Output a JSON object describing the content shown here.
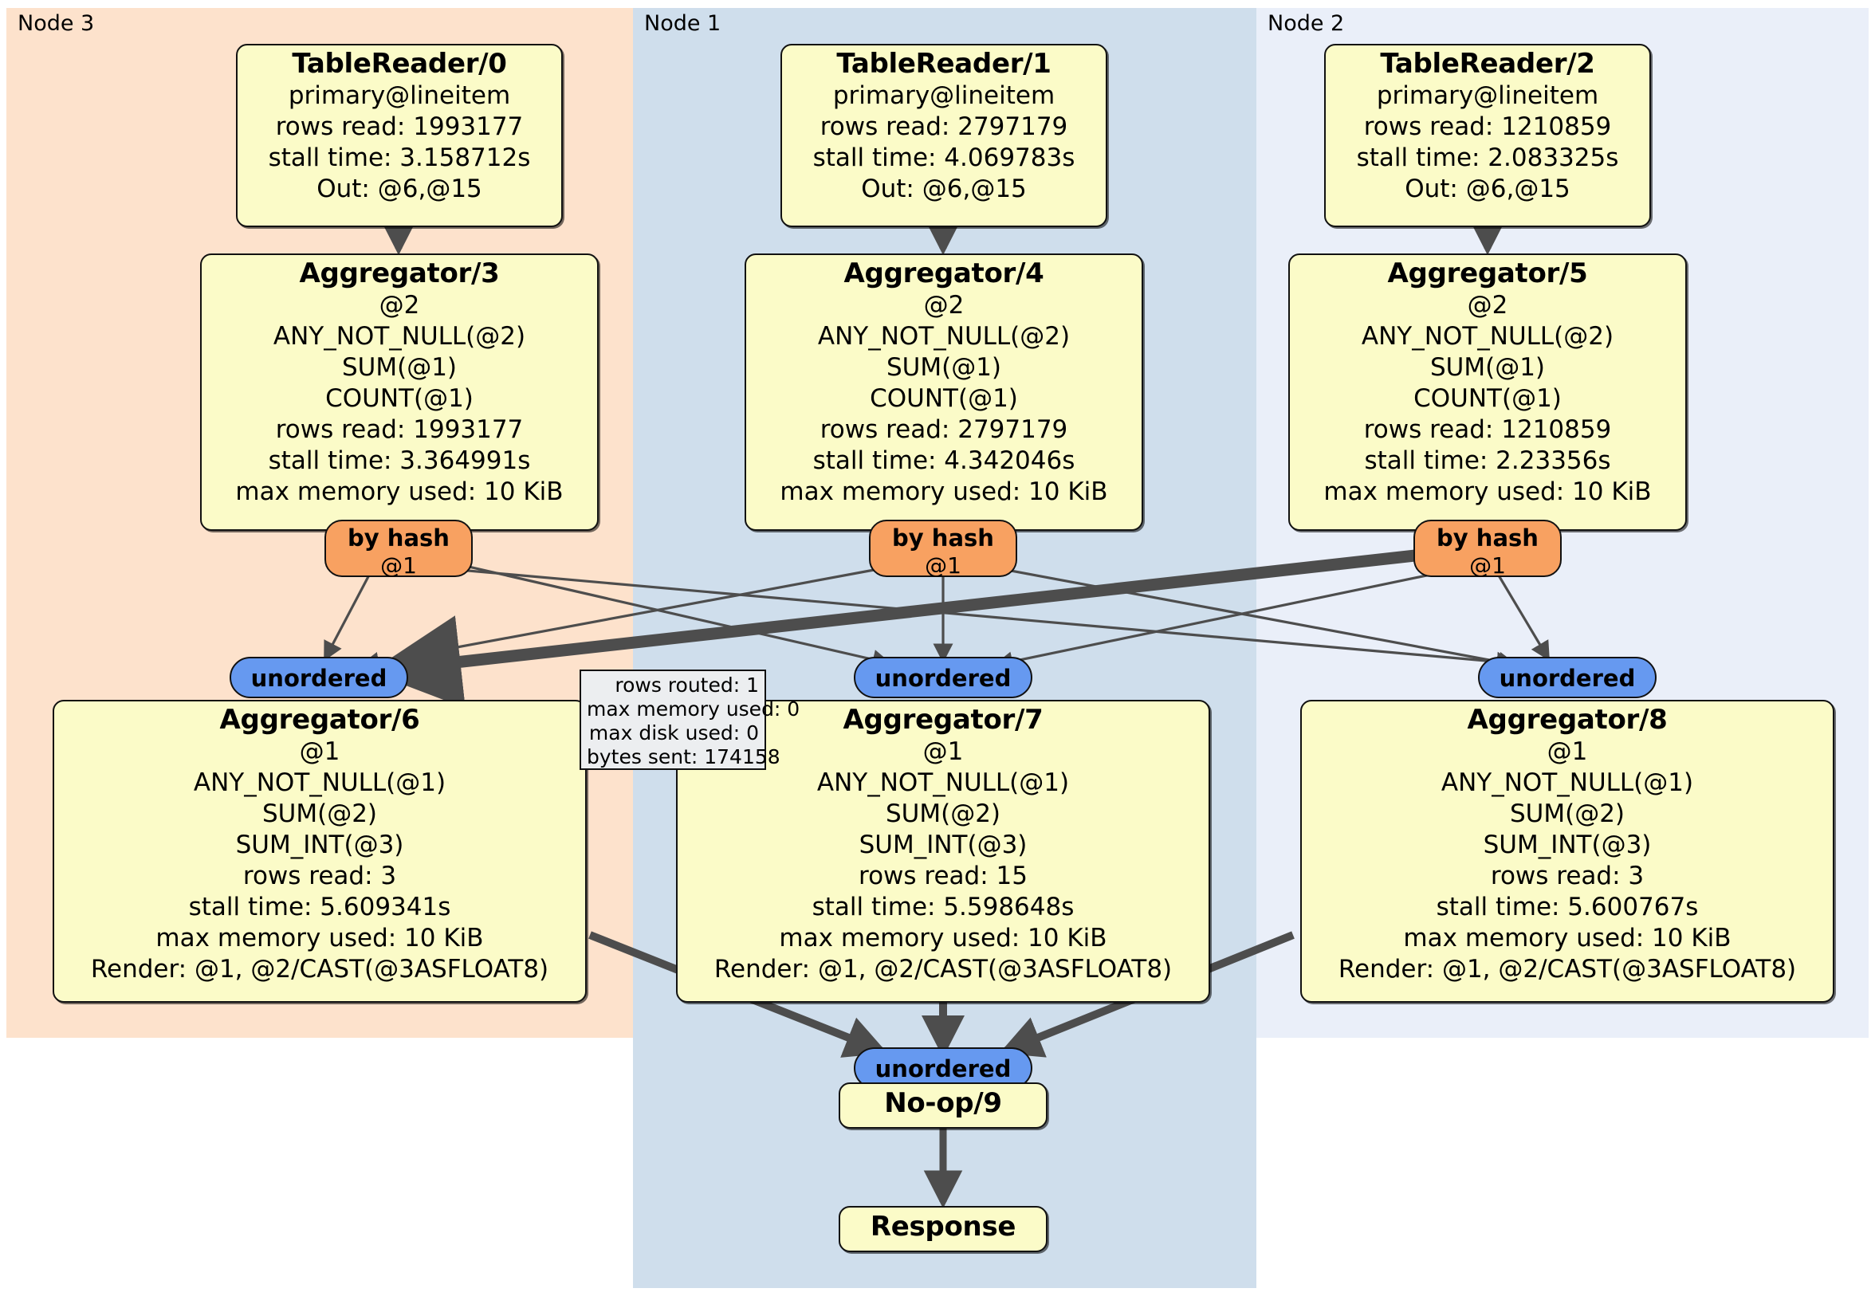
{
  "diagram": {
    "type": "distributed-query-execution-plan",
    "colors": {
      "node3_panel": "#fde2cc",
      "node1_panel": "#cfdeec",
      "node2_panel": "#eaeff9",
      "operator_box": "#fbfbc8",
      "by_hash_badge": "#f8a161",
      "unordered_badge": "#6699f0",
      "stats_box": "#eceef0",
      "edge": "#4d4d4d",
      "border": "#111111"
    }
  },
  "clusters": [
    {
      "id": "node3",
      "label": "Node 3"
    },
    {
      "id": "node1",
      "label": "Node 1"
    },
    {
      "id": "node2",
      "label": "Node 2"
    }
  ],
  "table_readers": [
    {
      "title": "TableReader/0",
      "lines": [
        "primary@lineitem",
        "rows read: 1993177",
        "stall time: 3.158712s",
        "Out: @6,@15"
      ]
    },
    {
      "title": "TableReader/1",
      "lines": [
        "primary@lineitem",
        "rows read: 2797179",
        "stall time: 4.069783s",
        "Out: @6,@15"
      ]
    },
    {
      "title": "TableReader/2",
      "lines": [
        "primary@lineitem",
        "rows read: 1210859",
        "stall time: 2.083325s",
        "Out: @6,@15"
      ]
    }
  ],
  "aggregators_upper": [
    {
      "title": "Aggregator/3",
      "lines": [
        "@2",
        "ANY_NOT_NULL(@2)",
        "SUM(@1)",
        "COUNT(@1)",
        "rows read: 1993177",
        "stall time: 3.364991s",
        "max memory used: 10 KiB"
      ]
    },
    {
      "title": "Aggregator/4",
      "lines": [
        "@2",
        "ANY_NOT_NULL(@2)",
        "SUM(@1)",
        "COUNT(@1)",
        "rows read: 2797179",
        "stall time: 4.342046s",
        "max memory used: 10 KiB"
      ]
    },
    {
      "title": "Aggregator/5",
      "lines": [
        "@2",
        "ANY_NOT_NULL(@2)",
        "SUM(@1)",
        "COUNT(@1)",
        "rows read: 1210859",
        "stall time: 2.23356s",
        "max memory used: 10 KiB"
      ]
    }
  ],
  "aggregators_lower": [
    {
      "title": "Aggregator/6",
      "lines": [
        "@1",
        "ANY_NOT_NULL(@1)",
        "SUM(@2)",
        "SUM_INT(@3)",
        "rows read: 3",
        "stall time: 5.609341s",
        "max memory used: 10 KiB",
        "Render: @1, @2/CAST(@3ASFLOAT8)"
      ]
    },
    {
      "title": "Aggregator/7",
      "lines": [
        "@1",
        "ANY_NOT_NULL(@1)",
        "SUM(@2)",
        "SUM_INT(@3)",
        "rows read: 15",
        "stall time: 5.598648s",
        "max memory used: 10 KiB",
        "Render: @1, @2/CAST(@3ASFLOAT8)"
      ]
    },
    {
      "title": "Aggregator/8",
      "lines": [
        "@1",
        "ANY_NOT_NULL(@1)",
        "SUM(@2)",
        "SUM_INT(@3)",
        "rows read: 3",
        "stall time: 5.600767s",
        "max memory used: 10 KiB",
        "Render: @1, @2/CAST(@3ASFLOAT8)"
      ]
    }
  ],
  "by_hash_badges": [
    {
      "label": "by hash",
      "column": "@1"
    },
    {
      "label": "by hash",
      "column": "@1"
    },
    {
      "label": "by hash",
      "column": "@1"
    }
  ],
  "unordered_badges": [
    {
      "label": "unordered"
    },
    {
      "label": "unordered"
    },
    {
      "label": "unordered"
    },
    {
      "label": "unordered"
    }
  ],
  "router_stats": {
    "lines": [
      "rows routed: 1",
      "max memory used: 0",
      "max disk used: 0",
      "bytes sent: 174158"
    ]
  },
  "terminal_nodes": {
    "noop": {
      "title": "No-op/9"
    },
    "response": {
      "title": "Response"
    }
  }
}
